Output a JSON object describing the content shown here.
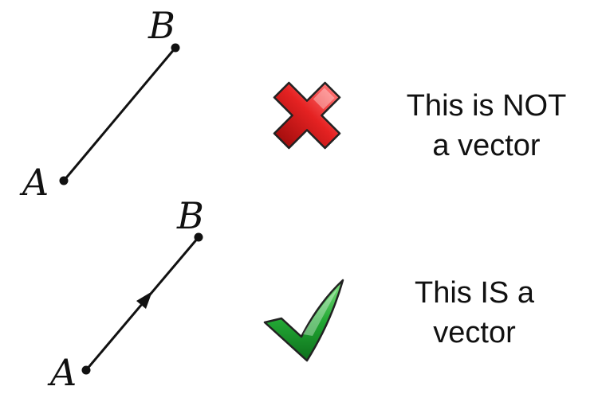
{
  "top_example": {
    "start_label": "A",
    "end_label": "B",
    "caption_line1": "This is NOT",
    "caption_line2": "a vector",
    "mark": "red-cross-icon",
    "mark_color": "#e02020"
  },
  "bottom_example": {
    "start_label": "A",
    "end_label": "B",
    "caption_line1": "This IS a",
    "caption_line2": "vector",
    "mark": "green-check-icon",
    "mark_color": "#1f9a2e"
  }
}
